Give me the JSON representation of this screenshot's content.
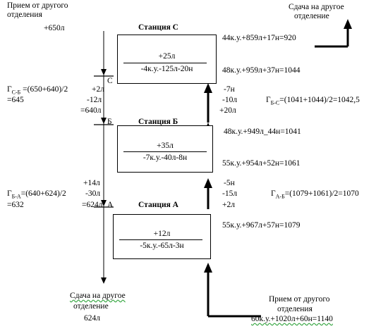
{
  "top_left": {
    "line1": "Прием от другого",
    "line2": "отделения",
    "amount": "+650л"
  },
  "top_right": {
    "line1": "Сдача на другое",
    "line2": "отделение"
  },
  "bottom_left": {
    "line1": "Сдача на другое",
    "line2": "отделение",
    "amount": "624л"
  },
  "bottom_right": {
    "line1": "Прием от другого",
    "line2": "отделения",
    "amount": "60к.у.+1020л+60н=1140"
  },
  "stations": {
    "c": {
      "title": "Станция С",
      "top": "+25л",
      "bottom": "-4к.у.-125л-20н",
      "letter": "С"
    },
    "b": {
      "title": "Станция Б",
      "top": "+35л",
      "bottom": "-7к.у.-40л-8н",
      "letter": "Б"
    },
    "a": {
      "title": "Станция А",
      "top": "+12л",
      "bottom": "-5к.у.-65л-3н",
      "letter": "А"
    }
  },
  "right_values": {
    "c_out": "44к.у.+859л+17н=920",
    "c_in": "48к.у.+959л+37н=1044",
    "b_out": "48к.у.+949л_44н=1041",
    "b_in": "55к.у.+954л+52н=1061",
    "a_in": "55к.у.+967л+57н=1079"
  },
  "cb_left": {
    "formula1": "Г",
    "formula1_sub": "С-Б",
    "formula1_rest": " =(650+640)/2",
    "formula2": "=645",
    "v1": "+2л",
    "v2": "-12л",
    "v3": "=640л"
  },
  "ba_left": {
    "v0": "+14л",
    "formula1": "Г",
    "formula1_sub": "Б-А",
    "formula1_rest": "=(640+624)/2",
    "v1": "-30л",
    "formula2": "=632",
    "v2": "=624л"
  },
  "bc_right": {
    "v1": "-7н",
    "v2": "-10л",
    "v3": "+20л",
    "formula": "Г",
    "formula_sub": "Б-С",
    "formula_rest": "=(1041+1044)/2=1042,5"
  },
  "ab_right": {
    "v1": "-5н",
    "v2": "-15л",
    "v3": "+2л",
    "formula": "Г",
    "formula_sub": "А-Б",
    "formula_rest": "=(1079+1061)/2=1070"
  }
}
